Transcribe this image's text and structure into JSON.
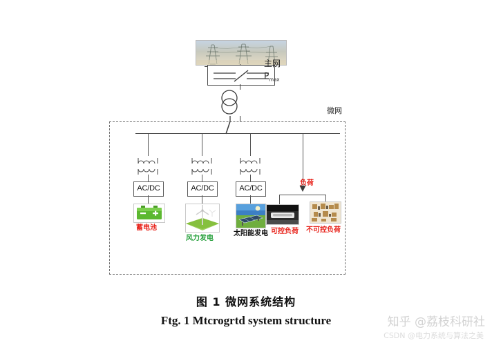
{
  "figure": {
    "main_grid_label": "主网",
    "pmax_label": "P",
    "pmax_sub": "max",
    "microgrid_label": "微网",
    "load_label": "负荷",
    "converter_label": "AC/DC",
    "branches": [
      {
        "converter": "AC/DC",
        "device_label": "蓄电池",
        "device_icon": "battery-icon",
        "color": "#e8231b"
      },
      {
        "converter": "AC/DC",
        "device_label": "风力发电",
        "device_icon": "wind-turbine-icon",
        "color": "#27a03c"
      },
      {
        "converter": "AC/DC",
        "device_label": "太阳能发电",
        "device_icon": "solar-panel-icon",
        "color": "#111111"
      }
    ],
    "loads": [
      {
        "device_label": "可控负荷",
        "device_icon": "controllable-load-icon",
        "color": "#e8231b"
      },
      {
        "device_label": "不可控负荷",
        "device_icon": "uncontrollable-load-icon",
        "color": "#e8231b"
      }
    ],
    "tower_photo_alt": "transmission-tower-photo"
  },
  "caption": {
    "chinese": "图  1  微网系统结构",
    "english": "Ftg. 1 Mtcrogrtd system structure"
  },
  "watermark": {
    "zhihu": "知乎 @荔枝科研社",
    "csdn": "CSDN @电力系统与算法之美"
  },
  "colors": {
    "red": "#e8231b",
    "green": "#27a03c",
    "line": "#4a4a4a",
    "dashed": "#6e6e6e"
  }
}
